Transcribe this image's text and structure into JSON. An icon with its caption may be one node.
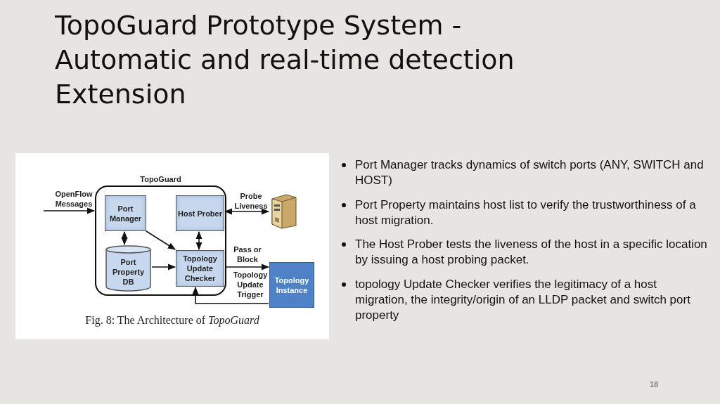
{
  "diagram": {
    "title": "TopoGuard Prototype System - Automatic and real-time detection Extension",
    "caption": "Fig. 8: The Architecture of *TopoGuard*",
    "nodes": [
      {
        "text": [
          "TopoGuard"
        ]
      },
      {
        "text": [
          "Port Manager"
        ],
        "in": 0
      },
      {
        "text": [
          "Host Prober"
        ],
        "in": 0
      },
      {
        "text": [
          "Port Property DB"
        ],
        "in": 0
      },
      {
        "text": [
          "Topology Update Checker"
        ],
        "in": 0
      },
      {
        "text": [
          "Topology Instance"
        ]
      },
      {
        "text": [],
        "shape": "picture"
      }
    ],
    "edges": [
      {
        "from": null,
        "to": 0,
        "arrow": "to",
        "label": "OpenFlow Messages"
      },
      {
        "from": 2,
        "to": 6,
        "arrow": "both",
        "label": "Probe Liveness"
      },
      {
        "from": 1,
        "to": 3,
        "arrow": "both"
      },
      {
        "from": 1,
        "to": 4,
        "arrow": "to"
      },
      {
        "from": 2,
        "to": 4,
        "arrow": "both"
      },
      {
        "from": 3,
        "to": 4,
        "arrow": "to"
      },
      {
        "from": 4,
        "to": 5,
        "arrow": "to",
        "label": "Pass or Block"
      },
      {
        "from": 5,
        "to": 4,
        "arrow": "to",
        "label": "Topology Update Trigger"
      }
    ],
    "labels": [
      "Port Manager tracks dynamics of switch ports (ANY, SWITCH and HOST)",
      "Port Property maintains host list to verify the trustworthiness of a host migration.",
      "The Host Prober tests the liveness of the host in a specific location by issuing a host probing packet.",
      "topology Update Checker verifies the legitimacy of a host migration, the integrity/origin of an LLDP packet and switch port property",
      "18"
    ]
  }
}
